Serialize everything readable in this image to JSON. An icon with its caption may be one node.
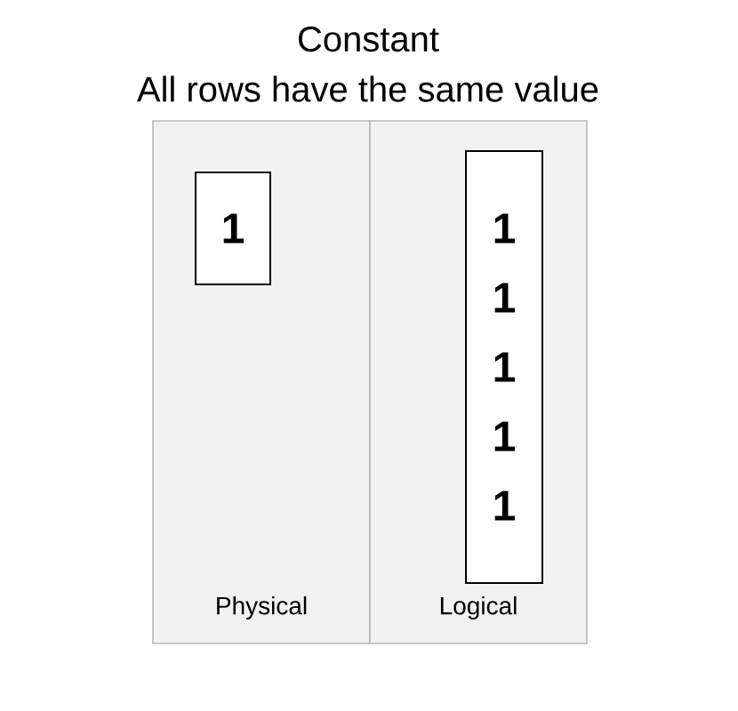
{
  "diagram": {
    "title": "Constant",
    "nodes": [
      {
        "text": [
          "Physical"
        ]
      },
      {
        "text": [
          "1"
        ],
        "in": 0
      },
      {
        "text": [
          "Logical"
        ]
      },
      {
        "text": [
          "1",
          "1",
          "1",
          "1",
          "1"
        ],
        "in": 2
      }
    ],
    "labels": [
      "All rows have the same value"
    ]
  }
}
